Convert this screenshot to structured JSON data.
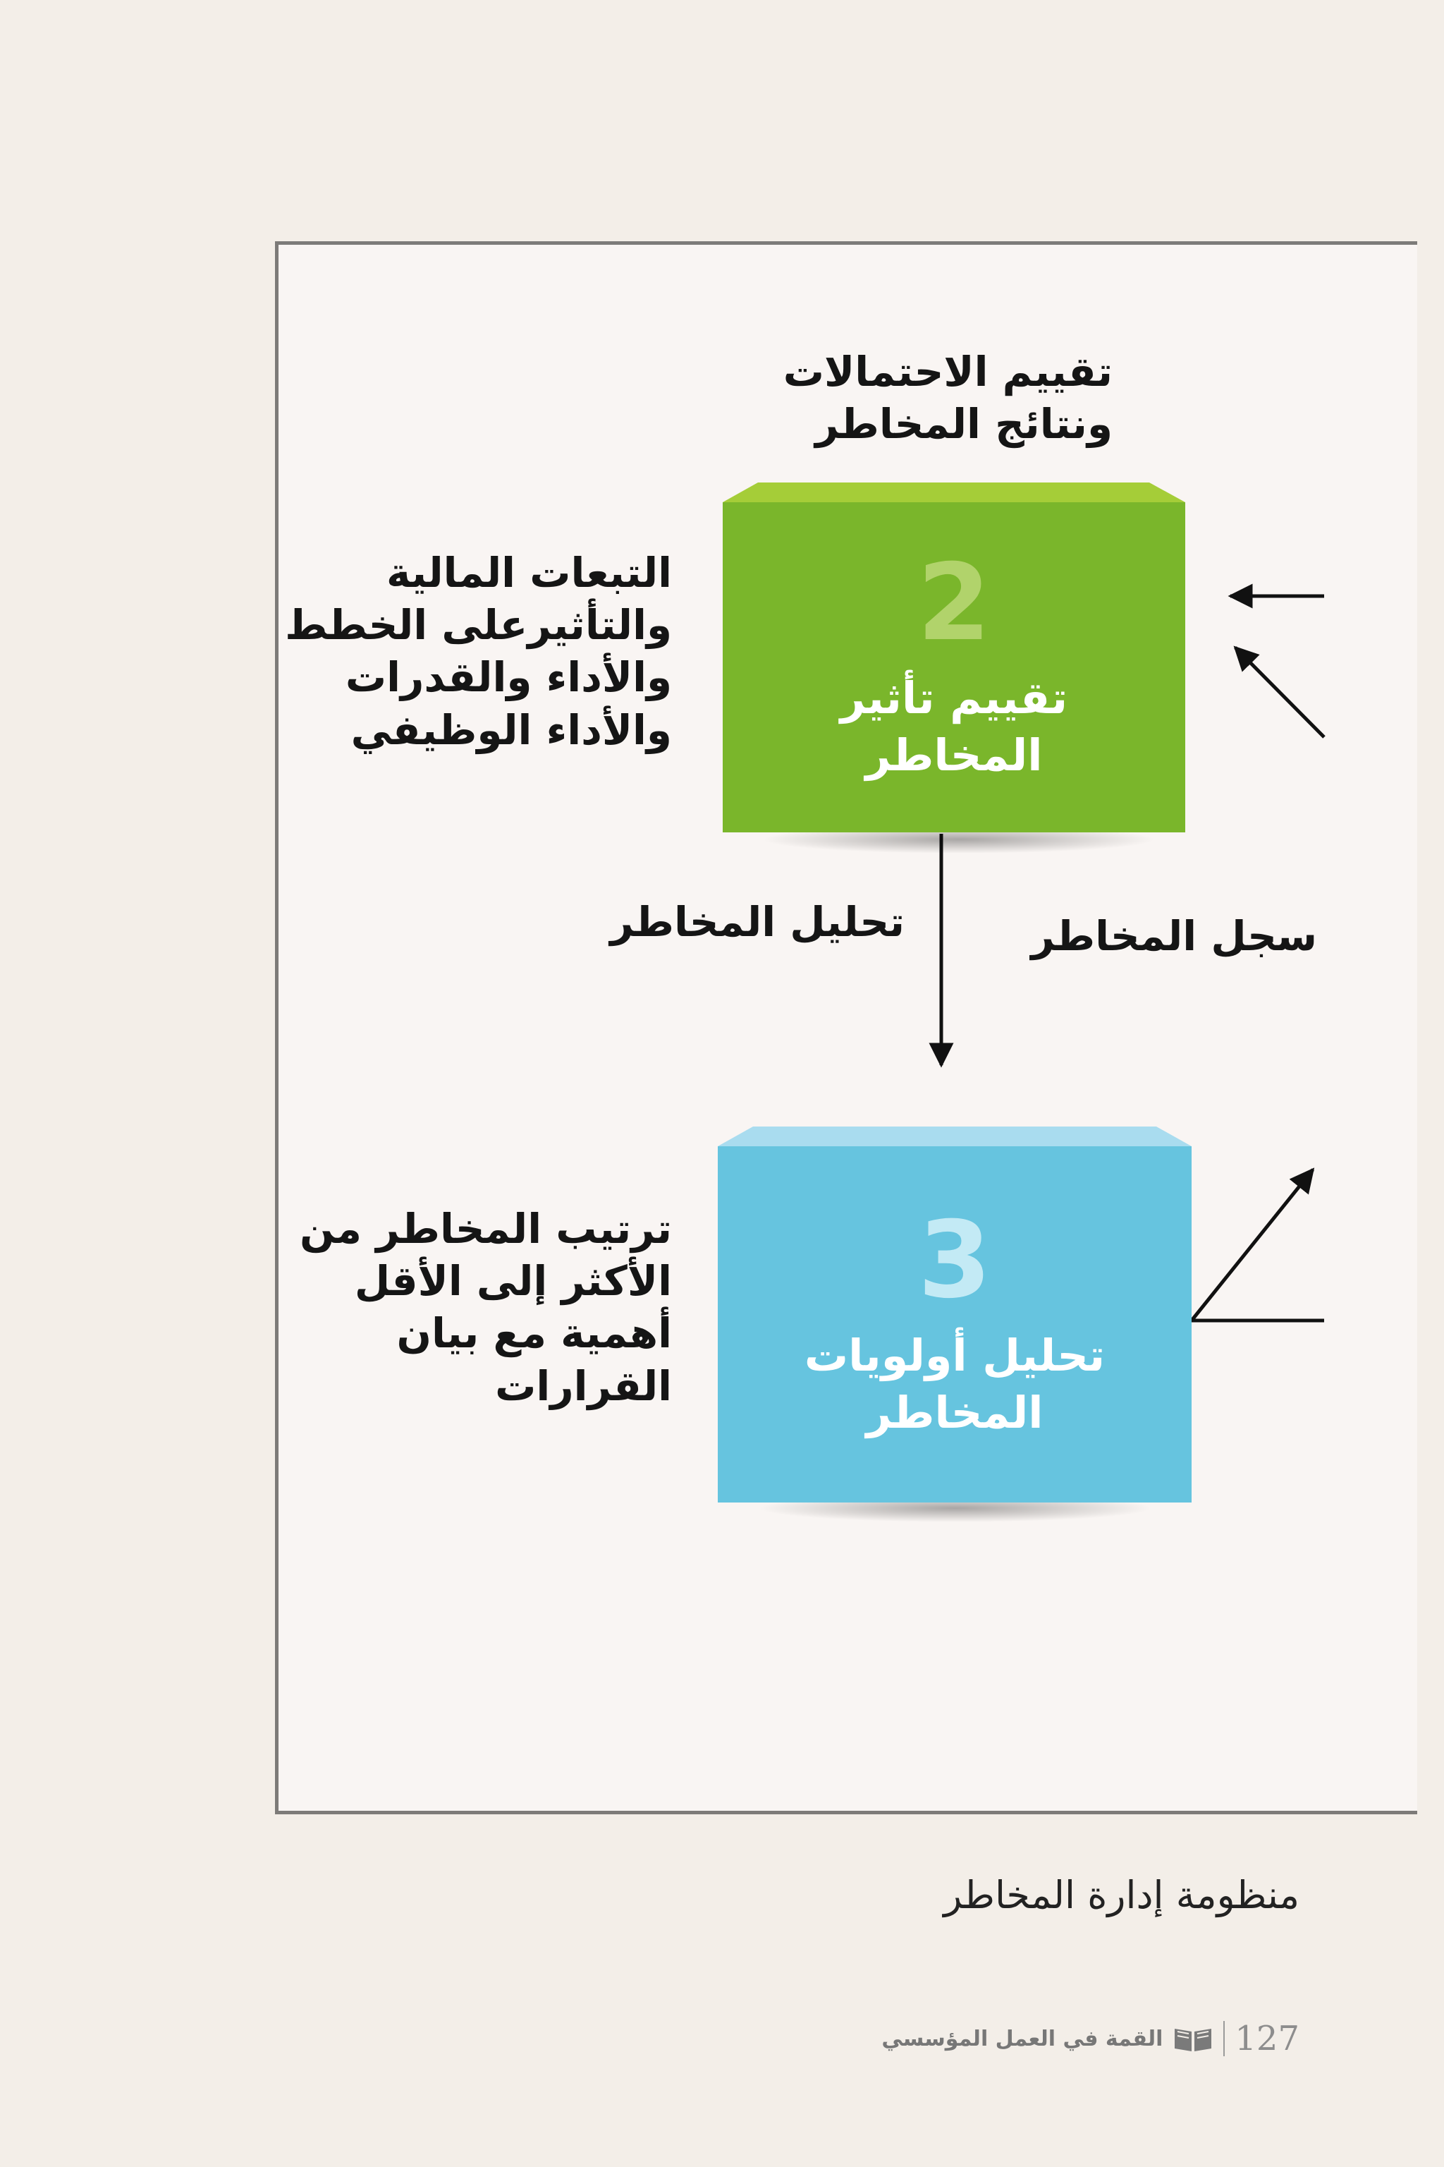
{
  "diagram": {
    "top_label": "تقييم الاحتمالات\nونتائج المخاطر",
    "step2": {
      "number": "2",
      "title": "تقييم تأثير\nالمخاطر",
      "color": "#7ab62b"
    },
    "step2_note": "التبعات المالية\nوالتأثيرعلى الخطط\nوالأداء والقدرات\nوالأداء الوظيفي",
    "arrow_label": "تحليل المخاطر",
    "register_label": "سجل المخاطر",
    "step3": {
      "number": "3",
      "title": "تحليل أولويات\nالمخاطر",
      "color": "#66c4df"
    },
    "step3_note": "ترتيب المخاطر من\nالأكثر إلى الأقل\nأهمية مع بيان\nالقرارات"
  },
  "caption": "منظومة إدارة المخاطر",
  "footer": {
    "page_number": "127",
    "book_title": "القمة في العمل المؤسسي",
    "icon": "open-book-icon"
  }
}
